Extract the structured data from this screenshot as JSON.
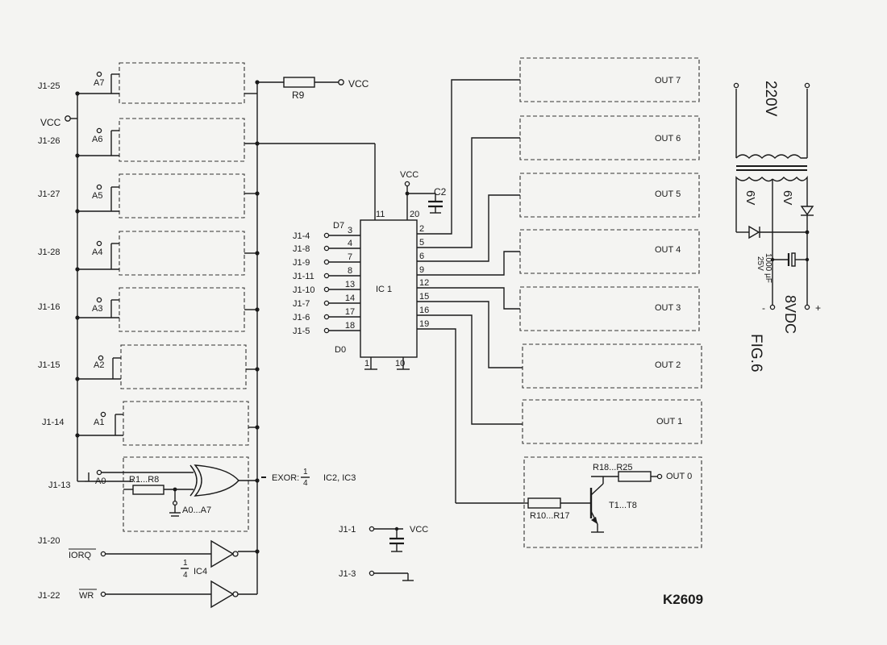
{
  "left_connectors": [
    {
      "label": "J1-25",
      "addr": "A7"
    },
    {
      "label": "J1-26",
      "addr": "A6"
    },
    {
      "label": "J1-27",
      "addr": "A5"
    },
    {
      "label": "J1-28",
      "addr": "A4"
    },
    {
      "label": "J1-16",
      "addr": "A3"
    },
    {
      "label": "J1-15",
      "addr": "A2"
    },
    {
      "label": "J1-14",
      "addr": "A1"
    },
    {
      "label": "J1-13",
      "addr": "A0"
    }
  ],
  "vcc_left": "VCC",
  "r9": "R9",
  "vcc_r9": "VCC",
  "exor_block": {
    "resistor": "R1...R8",
    "addr_range": "A0...A7",
    "label_prefix": "EXOR:",
    "frac_num": "1",
    "frac_den": "4",
    "ics": "IC2, IC3"
  },
  "iorq": {
    "connector": "J1-20",
    "signal": "IORQ"
  },
  "wr": {
    "connector": "J1-22",
    "signal": "WR"
  },
  "ic4": {
    "frac_num": "1",
    "frac_den": "4",
    "name": "IC4"
  },
  "ic1": {
    "name": "IC 1",
    "vcc": "VCC",
    "cap": "C2",
    "top_pins": [
      "11",
      "20"
    ],
    "bottom_pins": [
      "1",
      "10"
    ],
    "d7": "D7",
    "d0": "D0",
    "inputs": [
      {
        "connector": "J1-4",
        "pin": "3"
      },
      {
        "connector": "J1-8",
        "pin": "4"
      },
      {
        "connector": "J1-9",
        "pin": "7"
      },
      {
        "connector": "J1-11",
        "pin": "8"
      },
      {
        "connector": "J1-10",
        "pin": "13"
      },
      {
        "connector": "J1-7",
        "pin": "14"
      },
      {
        "connector": "J1-6",
        "pin": "17"
      },
      {
        "connector": "J1-5",
        "pin": "18"
      }
    ],
    "outputs": [
      "2",
      "5",
      "6",
      "9",
      "12",
      "15",
      "16",
      "19"
    ]
  },
  "outputs": [
    "OUT 7",
    "OUT 6",
    "OUT 5",
    "OUT 4",
    "OUT 3",
    "OUT 2",
    "OUT 1"
  ],
  "out0": {
    "label": "OUT 0",
    "r_base": "R10...R17",
    "r_coll": "R18...R25",
    "transistor": "T1...T8"
  },
  "j1_1": {
    "connector": "J1-1",
    "vcc": "VCC"
  },
  "j1_3": {
    "connector": "J1-3"
  },
  "psu": {
    "mains": "220V",
    "left_winding": "6V",
    "right_winding": "6V",
    "cap": "1000 µF",
    "cap_v": "25V",
    "output": "8VDC",
    "minus": "-",
    "plus": "+"
  },
  "fig_label": "FIG.6",
  "code": "K2609"
}
